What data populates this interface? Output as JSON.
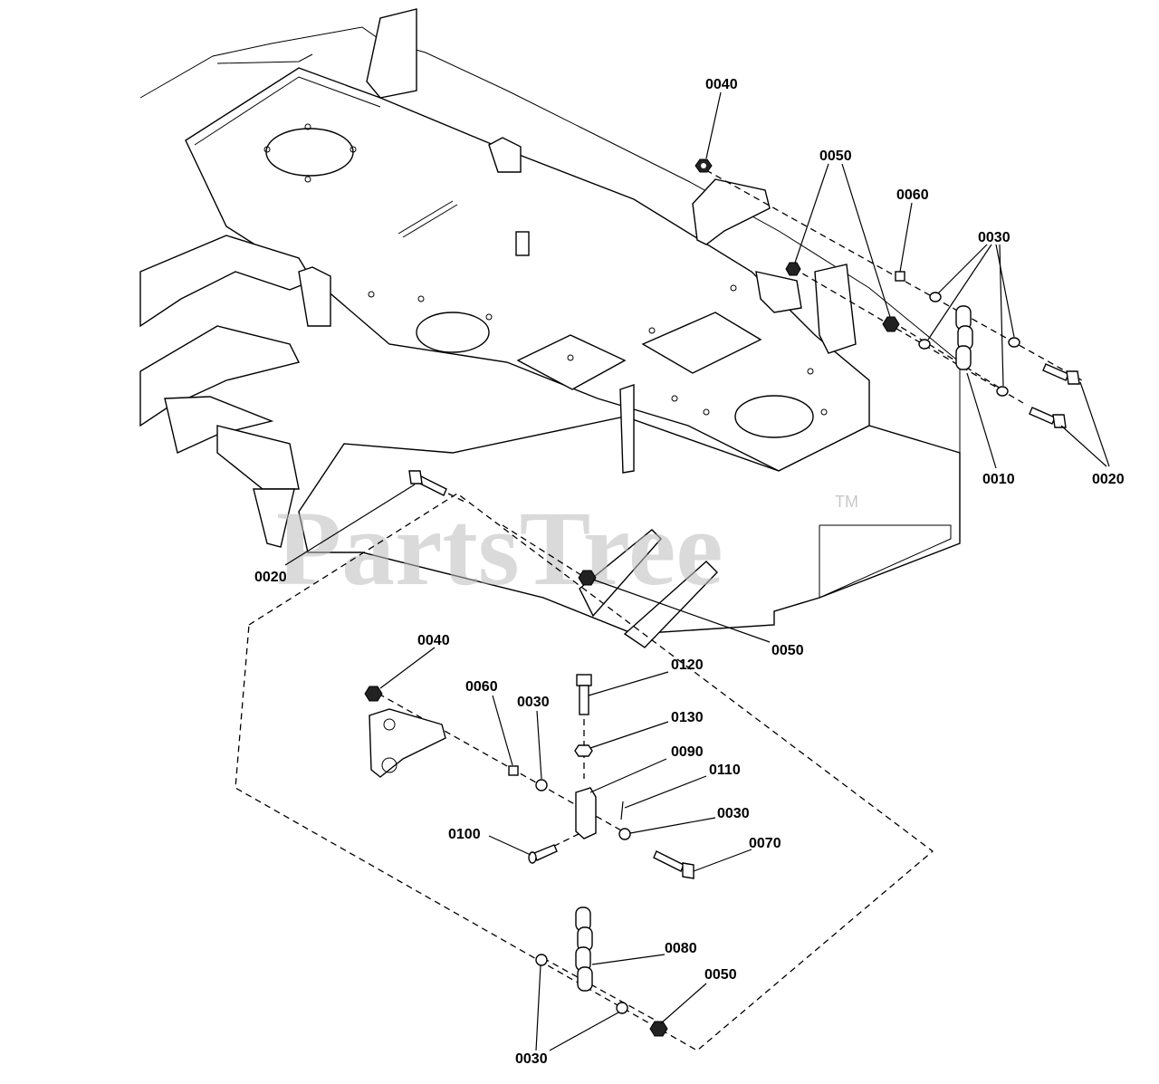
{
  "watermark": {
    "text": "PartsTree",
    "trademark": "TM"
  },
  "callouts": [
    {
      "id": "c-0040-top",
      "text": "0040"
    },
    {
      "id": "c-0050-top",
      "text": "0050"
    },
    {
      "id": "c-0060-top",
      "text": "0060"
    },
    {
      "id": "c-0030-top",
      "text": "0030"
    },
    {
      "id": "c-0010",
      "text": "0010"
    },
    {
      "id": "c-0020-right",
      "text": "0020"
    },
    {
      "id": "c-0020-left",
      "text": "0020"
    },
    {
      "id": "c-0050-mid",
      "text": "0050"
    },
    {
      "id": "c-0040-low",
      "text": "0040"
    },
    {
      "id": "c-0060-low",
      "text": "0060"
    },
    {
      "id": "c-0030-low",
      "text": "0030"
    },
    {
      "id": "c-0120",
      "text": "0120"
    },
    {
      "id": "c-0130",
      "text": "0130"
    },
    {
      "id": "c-0090",
      "text": "0090"
    },
    {
      "id": "c-0110",
      "text": "0110"
    },
    {
      "id": "c-0030-right",
      "text": "0030"
    },
    {
      "id": "c-0100",
      "text": "0100"
    },
    {
      "id": "c-0070",
      "text": "0070"
    },
    {
      "id": "c-0080",
      "text": "0080"
    },
    {
      "id": "c-0050-bottom",
      "text": "0050"
    },
    {
      "id": "c-0030-bottom",
      "text": "0030"
    }
  ]
}
